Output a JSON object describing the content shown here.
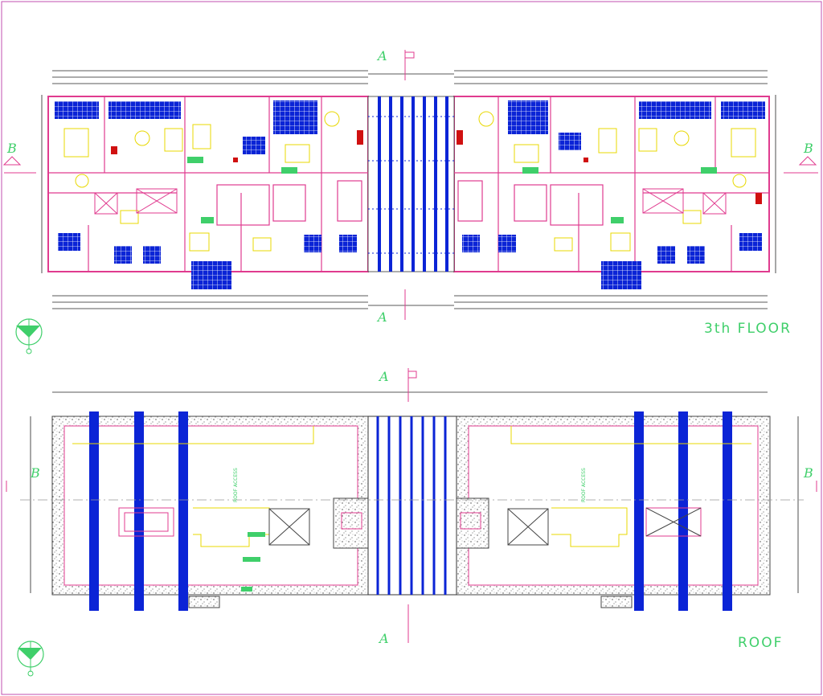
{
  "floor_title": "3th FLOOR",
  "roof_title": "ROOF",
  "section_markers": {
    "a_top_floor": "A",
    "a_bottom_floor": "A",
    "a_top_roof": "A",
    "a_bottom_roof": "A",
    "b_left_floor": "B",
    "b_right_floor": "B",
    "b_left_roof": "B",
    "b_right_roof": "B"
  },
  "roof_access_labels": [
    "ROOF ACCESS",
    "ROOF ACCESS"
  ],
  "colors": {
    "wall": "#e03b8f",
    "furniture": "#e8d800",
    "fill_blue": "#0b24d6",
    "annotation": "#3fcf6a",
    "dimension": "#222222",
    "accent_red": "#d01010"
  }
}
